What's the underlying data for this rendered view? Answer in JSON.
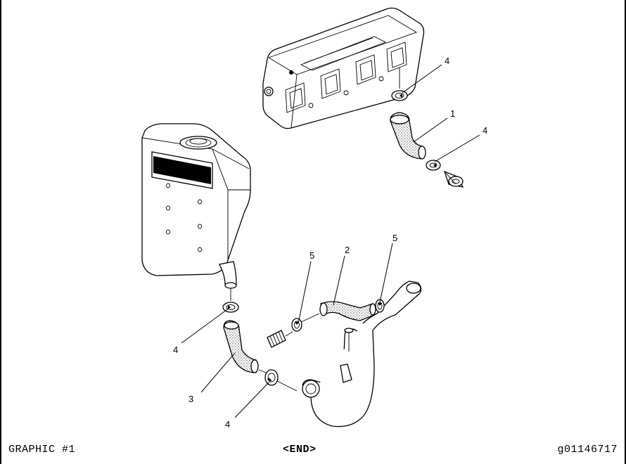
{
  "footer": {
    "left": "GRAPHIC #1",
    "center": "<END>",
    "right": "g01146717"
  },
  "callouts": [
    {
      "id": "c4a",
      "text": "4"
    },
    {
      "id": "c1",
      "text": "1"
    },
    {
      "id": "c4b",
      "text": "4"
    },
    {
      "id": "c5a",
      "text": "5"
    },
    {
      "id": "c2",
      "text": "2"
    },
    {
      "id": "c5b",
      "text": "5"
    },
    {
      "id": "c4c",
      "text": "4"
    },
    {
      "id": "c3",
      "text": "3"
    },
    {
      "id": "c4d",
      "text": "4"
    }
  ]
}
